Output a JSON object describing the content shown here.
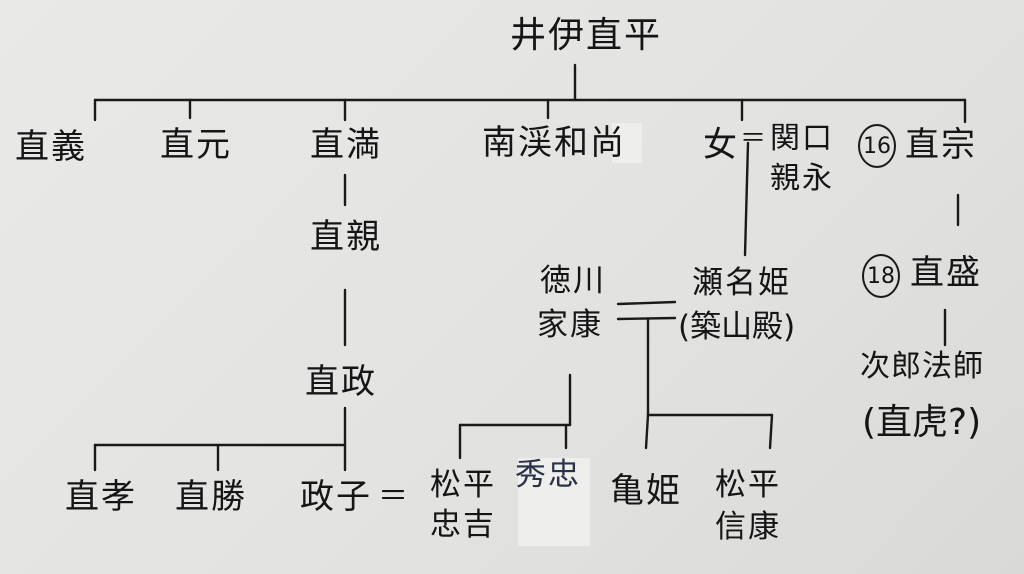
{
  "title": "井伊直平",
  "generation1": [
    "直義",
    "直元",
    "直満",
    "南渓和尚"
  ],
  "woman": "女",
  "marriage_sign": "＝",
  "sekiguchi": [
    "関口",
    "親永"
  ],
  "naomune": {
    "number": "16",
    "name": "直宗"
  },
  "naomori": {
    "number": "18",
    "name": "直盛"
  },
  "jiro": {
    "line1": "次郎法師",
    "line2": "(直虎?)"
  },
  "naochika": "直親",
  "naomasa": "直政",
  "naomasa_children": [
    "直孝",
    "直勝",
    "政子"
  ],
  "tadayoshi": [
    "松平",
    "忠吉"
  ],
  "hidetada": "秀忠",
  "ieyasu": [
    "徳川",
    "家康"
  ],
  "sena": [
    "瀬名姫",
    "(築山殿)"
  ],
  "kamehime": "亀姫",
  "nobuyasu": [
    "松平",
    "信康"
  ]
}
